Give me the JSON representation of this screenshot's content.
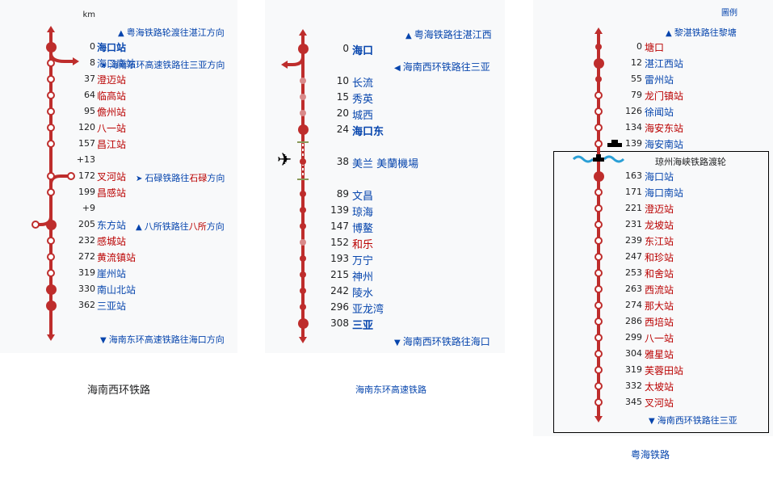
{
  "diagram1": {
    "unit": "km",
    "top_dir": {
      "arrow": "▲",
      "text": "粤海铁路轮渡往湛江方向"
    },
    "branch_dir1": {
      "arrow": "➤",
      "text": "海南东环高速铁路往三亚方向"
    },
    "branch_dir2": {
      "arrow": "➤",
      "pre": "石碌铁路往",
      "red": "石碌",
      "post": "方向"
    },
    "branch_dir3": {
      "arrow": "▲",
      "pre": "八所铁路往",
      "red": "八所",
      "post": "方向"
    },
    "bottom_dir": {
      "arrow": "▼",
      "text": "海南东环高速铁路往海口方向"
    },
    "stations": [
      {
        "km": "0",
        "name": "海口站"
      },
      {
        "km": "8",
        "name": "海口南站"
      },
      {
        "km": "37",
        "name": "澄迈站"
      },
      {
        "km": "64",
        "name": "临高站"
      },
      {
        "km": "95",
        "name": "儋州站"
      },
      {
        "km": "120",
        "name": "八一站"
      },
      {
        "km": "157",
        "name": "昌江站"
      },
      {
        "km": "+13",
        "name": ""
      },
      {
        "km": "172",
        "name": "叉河站"
      },
      {
        "km": "199",
        "name": "昌感站"
      },
      {
        "km": "+9",
        "name": ""
      },
      {
        "km": "205",
        "name": "东方站"
      },
      {
        "km": "232",
        "name": "感城站"
      },
      {
        "km": "272",
        "name": "黄流镇站"
      },
      {
        "km": "319",
        "name": "崖州站"
      },
      {
        "km": "330",
        "name": "南山北站"
      },
      {
        "km": "362",
        "name": "三亚站"
      }
    ],
    "caption": "海南西环铁路"
  },
  "diagram2": {
    "top_dir": {
      "arrow": "▲",
      "text": "粤海铁路往湛江西"
    },
    "branch_dir": {
      "arrow": "◀",
      "text": "海南西环铁路往三亚"
    },
    "stations": [
      {
        "km": "0",
        "name": "海口"
      },
      {
        "km": "10",
        "name": "长流"
      },
      {
        "km": "15",
        "name": "秀英"
      },
      {
        "km": "20",
        "name": "城西"
      },
      {
        "km": "24",
        "name": "海口东"
      },
      {
        "km": "38",
        "name": "美兰 美蘭機場"
      },
      {
        "km": "89",
        "name": "文昌"
      },
      {
        "km": "139",
        "name": "琼海"
      },
      {
        "km": "147",
        "name": "博鳌"
      },
      {
        "km": "152",
        "name": "和乐"
      },
      {
        "km": "193",
        "name": "万宁"
      },
      {
        "km": "215",
        "name": "神州"
      },
      {
        "km": "242",
        "name": "陵水"
      },
      {
        "km": "296",
        "name": "亚龙湾"
      },
      {
        "km": "308",
        "name": "三亚"
      }
    ],
    "bottom_dir": {
      "arrow": "▼",
      "text": "海南西环铁路往海口"
    },
    "caption": "海南东环高速铁路"
  },
  "diagram3": {
    "legend": "圖例",
    "top_dir": {
      "arrow": "▲",
      "text": "黎湛铁路往黎塘"
    },
    "ferry_label": "琼州海峡铁路渡轮",
    "stations": [
      {
        "km": "0",
        "name": "塘口"
      },
      {
        "km": "12",
        "name": "湛江西站"
      },
      {
        "km": "55",
        "name": "雷州站"
      },
      {
        "km": "79",
        "name": "龙门镇站"
      },
      {
        "km": "126",
        "name": "徐闻站"
      },
      {
        "km": "134",
        "name": "海安东站"
      },
      {
        "km": "139",
        "name": "海安南站"
      },
      {
        "km": "163",
        "name": "海口站"
      },
      {
        "km": "171",
        "name": "海口南站"
      },
      {
        "km": "221",
        "name": "澄迈站"
      },
      {
        "km": "231",
        "name": "龙坡站"
      },
      {
        "km": "239",
        "name": "东江站"
      },
      {
        "km": "247",
        "name": "和珍站"
      },
      {
        "km": "253",
        "name": "和舍站"
      },
      {
        "km": "263",
        "name": "西流站"
      },
      {
        "km": "274",
        "name": "那大站"
      },
      {
        "km": "286",
        "name": "西培站"
      },
      {
        "km": "299",
        "name": "八一站"
      },
      {
        "km": "304",
        "name": "雅星站"
      },
      {
        "km": "319",
        "name": "芙蓉田站"
      },
      {
        "km": "332",
        "name": "太坡站"
      },
      {
        "km": "345",
        "name": "叉河站"
      }
    ],
    "bottom_dir": {
      "arrow": "▼",
      "text": "海南西环铁路往三亚"
    },
    "caption": "粤海铁路"
  },
  "colors": {
    "line": "#be2d2c",
    "link": "#0645ad",
    "redlink": "#ba0000",
    "panel": "#f8f9fa"
  }
}
